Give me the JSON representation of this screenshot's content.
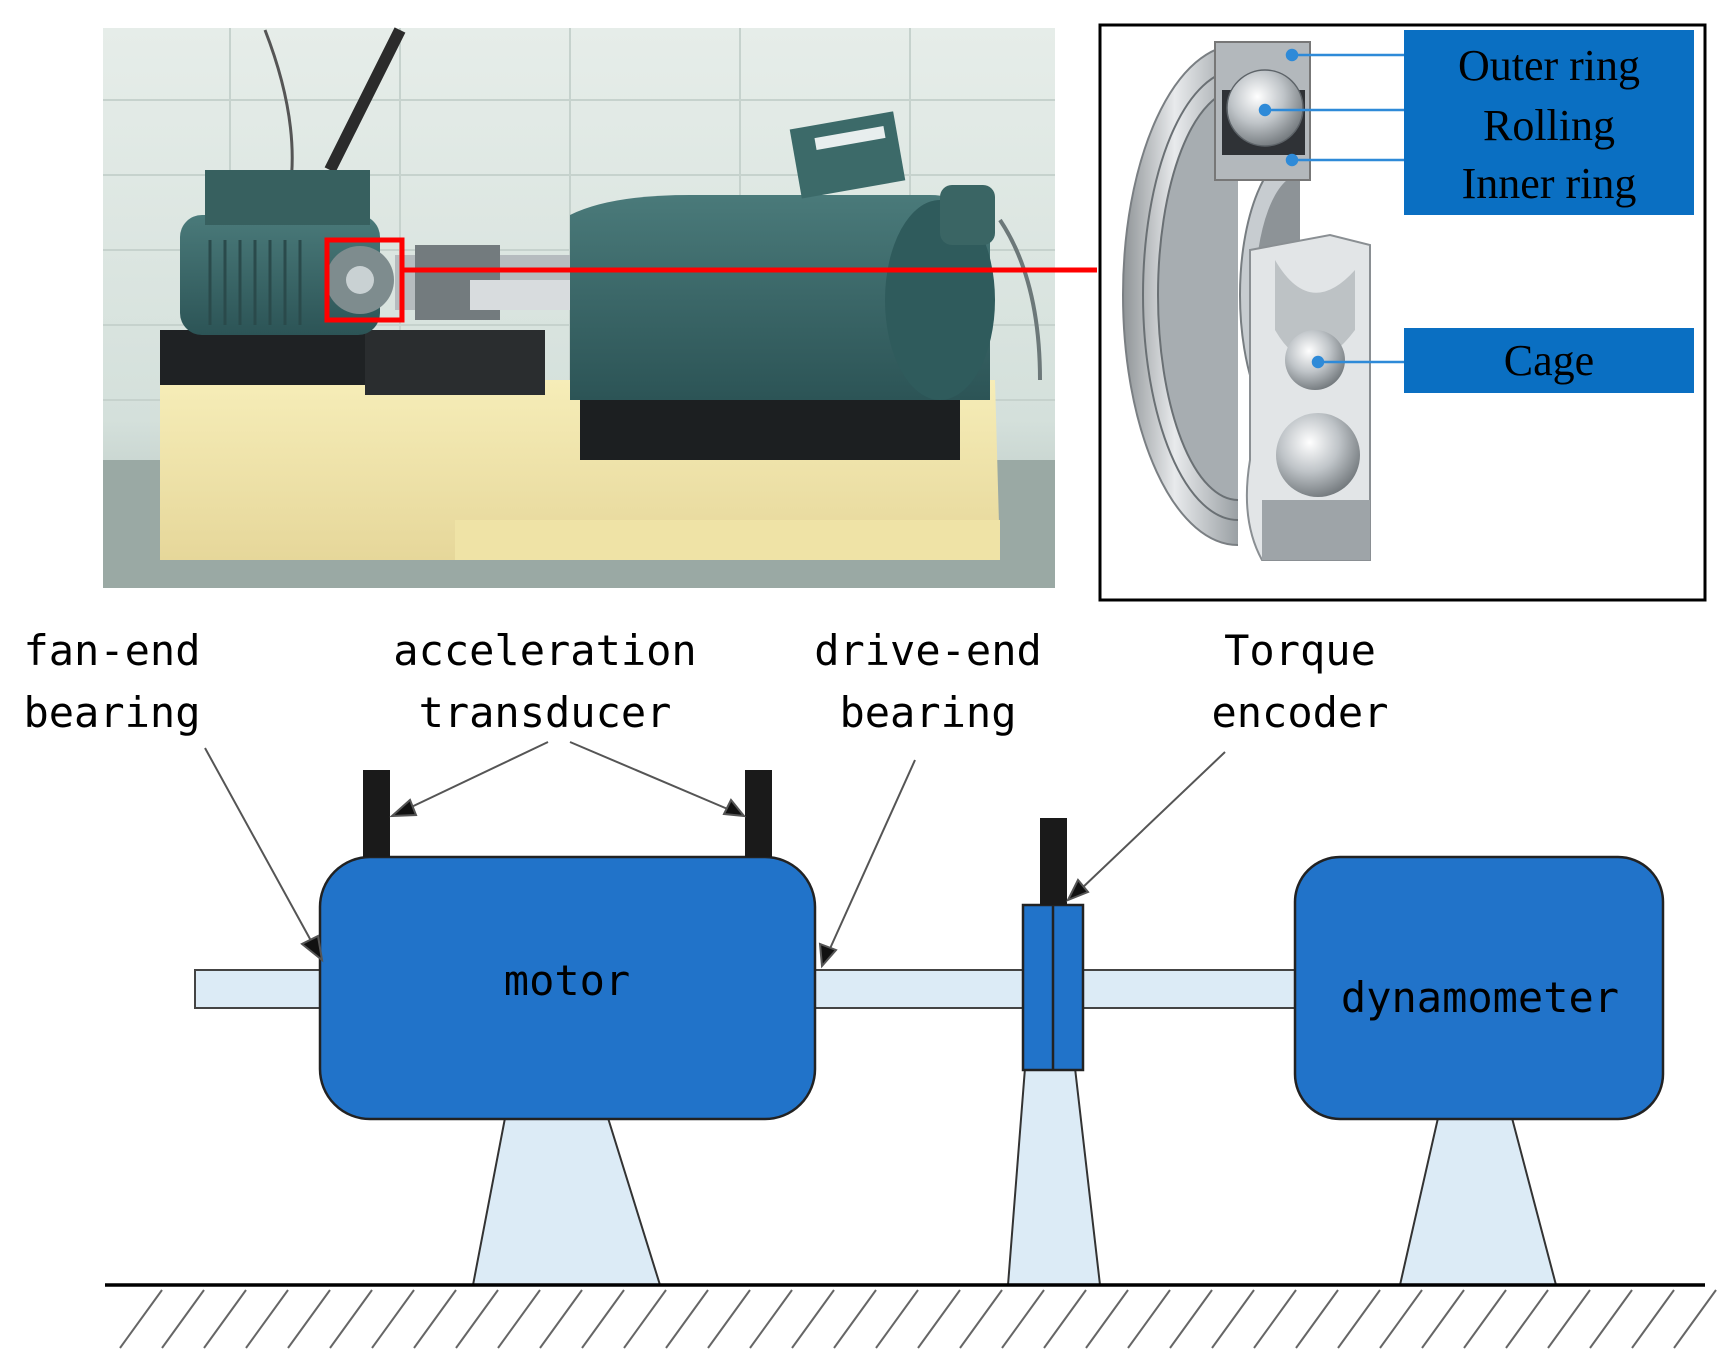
{
  "photo_callout": {
    "labels": {
      "outer_ring": "Outer ring",
      "rolling": "Rolling",
      "inner_ring": "Inner ring",
      "cage": "Cage"
    }
  },
  "schematic": {
    "labels": {
      "fan_end_line1": "fan-end",
      "fan_end_line2": "bearing",
      "accel_line1": "acceleration",
      "accel_line2": "transducer",
      "drive_end_line1": "drive-end",
      "drive_end_line2": "bearing",
      "torque_line1": "Torque",
      "torque_line2": "encoder",
      "motor": "motor",
      "dynamometer": "dynamometer"
    }
  },
  "colors": {
    "label_box_blue": "#0a6fc2",
    "block_blue": "#2173c9",
    "shaft_light": "#dcebf6",
    "callout_red": "#ff0000",
    "leader_blue": "#2e8ad8"
  }
}
